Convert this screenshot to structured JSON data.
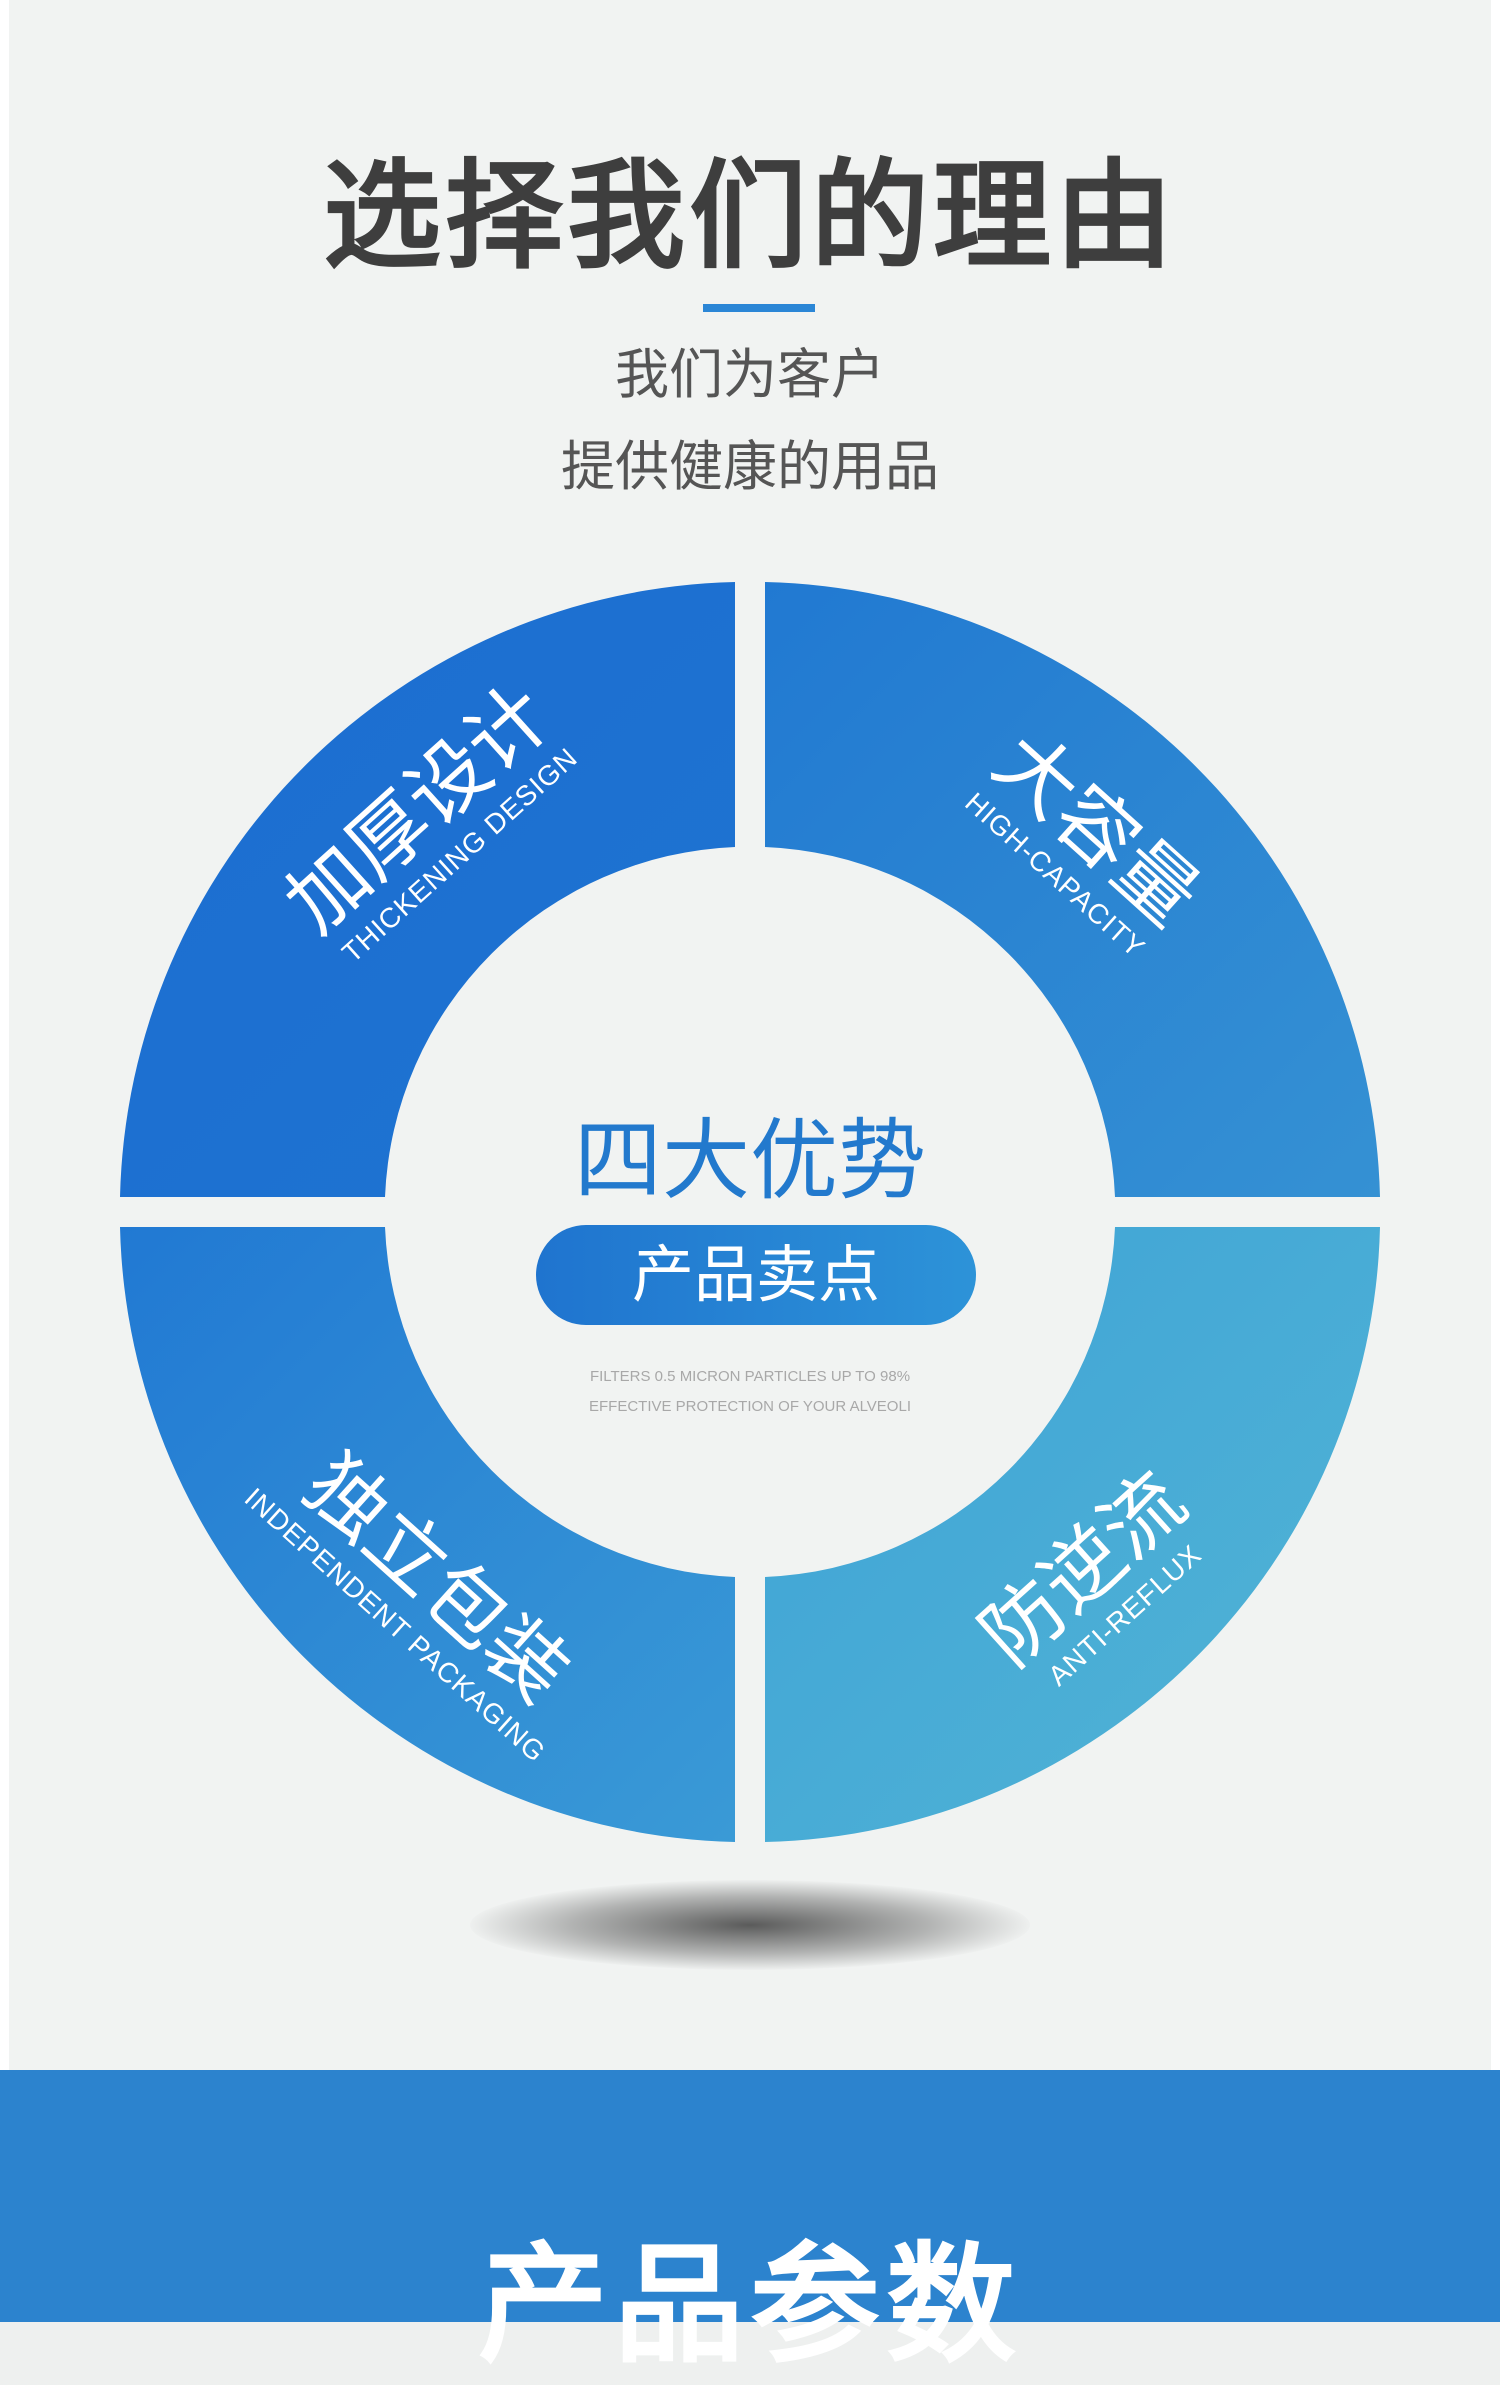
{
  "header": {
    "title": "选择我们的理由",
    "subtitle_line1": "我们为客户",
    "subtitle_line2": "提供健康的用品"
  },
  "wheel": {
    "center_title": "四大优势",
    "center_pill": "产品卖点",
    "fine_print_line1": "FILTERS 0.5 MICRON PARTICLES UP TO 98%",
    "fine_print_line2": "EFFECTIVE PROTECTION OF YOUR ALVEOLI",
    "quadrants": [
      {
        "cn": "加厚设计",
        "en": "THICKENING DESIGN"
      },
      {
        "cn": "大容量",
        "en": "HIGH-CAPACITY"
      },
      {
        "cn": "独立包装",
        "en": "INDEPENDENT PACKAGING"
      },
      {
        "cn": "防逆流",
        "en": "ANTI-REFLUX"
      }
    ]
  },
  "footer_band": {
    "title": "产品参数"
  },
  "colors": {
    "accent_blue": "#2b86d6",
    "quadrant_dark": "#1b6fd0",
    "quadrant_light": "#4aaed6",
    "band_blue": "#2c83ce"
  }
}
